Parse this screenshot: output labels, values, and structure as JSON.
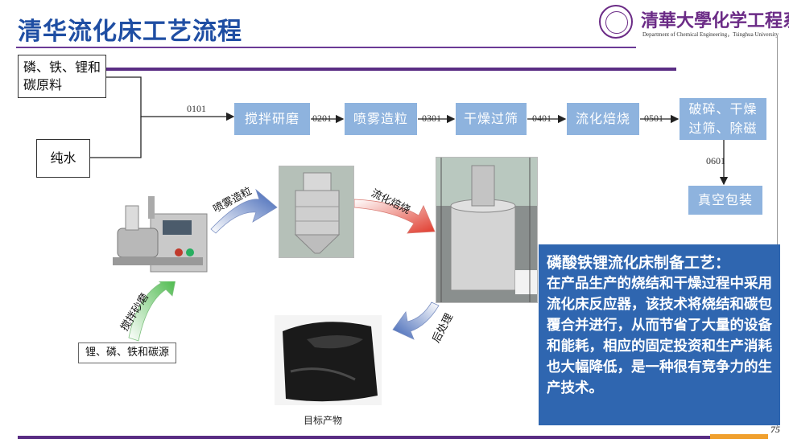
{
  "header": {
    "title": "清华流化床工艺流程",
    "logo_text": "清華大學化学工程系",
    "logo_subtitle": "Department of Chemical Engineering，Tsinghua University"
  },
  "inputs": {
    "raw_material": "磷、铁、锂和碳原料",
    "pure_water": "纯水"
  },
  "process": {
    "codes": [
      "0101",
      "0201",
      "0301",
      "0401",
      "0501",
      "0601"
    ],
    "steps": [
      "搅拌研磨",
      "喷雾造粒",
      "干燥过筛",
      "流化焙烧",
      "破碎、干燥过筛、除磁",
      "真空包装"
    ]
  },
  "illustration": {
    "arrow_labels": [
      "喷雾造粒",
      "流化焙烧",
      "搅拌砂磨",
      "后处理"
    ],
    "source_box": "锂、磷、铁和碳源",
    "product_caption": "目标产物"
  },
  "description": {
    "title": "磷酸铁锂流化床制备工艺：",
    "body": "在产品生产的烧结和干燥过程中采用流化床反应器，该技术将烧结和碳包覆合并进行，从而节省了大量的设备和能耗，相应的固定投资和生产消耗也大幅降低，是一种很有竞争力的生产技术。"
  },
  "footer": {
    "page_number": "75"
  },
  "colors": {
    "title": "#1f4ea3",
    "step_box": "#8eb3de",
    "desc_box": "#2f66b0",
    "rule": "#5a2d84",
    "accent": "#f0a02e"
  }
}
